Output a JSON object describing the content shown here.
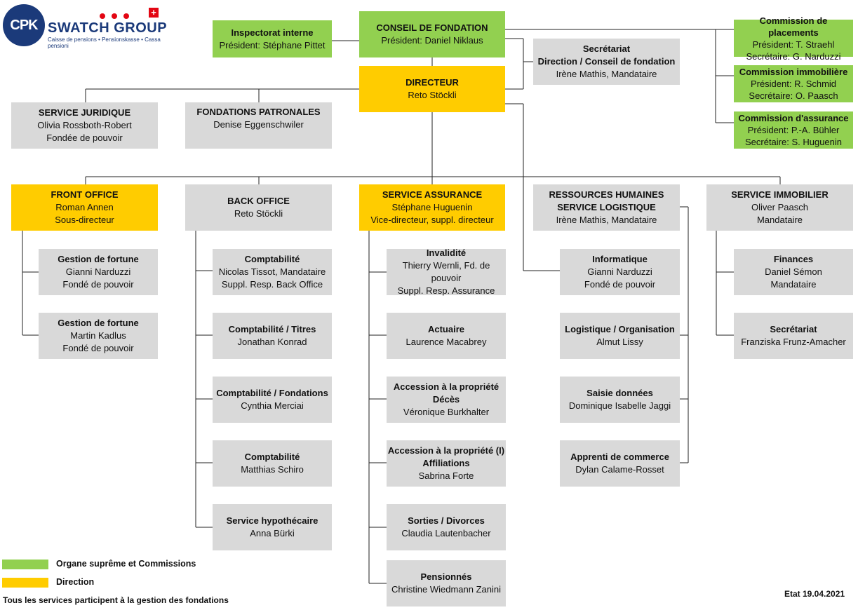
{
  "logo": {
    "cpk": "CPK",
    "name": "SWATCH GROUP",
    "subtitle": "Caisse de pensions • Pensionskasse • Cassa pensioni"
  },
  "boxes": {
    "conseil": {
      "title": "CONSEIL DE FONDATION",
      "lines": [
        "Président: Daniel Niklaus"
      ]
    },
    "inspectorat": {
      "title": "Inspectorat interne",
      "lines": [
        "Président: Stéphane Pittet"
      ]
    },
    "secretariat_dir": {
      "title": "Secrétariat",
      "lines": [
        "Direction / Conseil de fondation",
        "Irène Mathis, Mandataire"
      ]
    },
    "comm_placements": {
      "title": "Commission de placements",
      "lines": [
        "Président: T. Straehl",
        "Secrétaire: G. Narduzzi"
      ]
    },
    "comm_immobiliere": {
      "title": "Commission immobilière",
      "lines": [
        "Président: R. Schmid",
        "Secrétaire: O. Paasch"
      ]
    },
    "comm_assurance": {
      "title": "Commission d'assurance",
      "lines": [
        "Président: P.-A. Bühler",
        "Secrétaire: S. Huguenin"
      ]
    },
    "directeur": {
      "title": "DIRECTEUR",
      "lines": [
        "Reto Stöckli"
      ]
    },
    "service_juridique": {
      "title": "SERVICE JURIDIQUE",
      "lines": [
        "Olivia Rossboth-Robert",
        "Fondée de pouvoir"
      ]
    },
    "fondations_patronales": {
      "title": "FONDATIONS PATRONALES",
      "lines": [
        "Denise Eggenschwiler"
      ]
    },
    "front_office": {
      "title": "FRONT OFFICE",
      "lines": [
        "Roman Annen",
        "Sous-directeur"
      ]
    },
    "back_office": {
      "title": "BACK OFFICE",
      "lines": [
        "Reto Stöckli"
      ]
    },
    "service_assurance": {
      "title": "SERVICE ASSURANCE",
      "lines": [
        "Stéphane Huguenin",
        "Vice-directeur, suppl. directeur"
      ]
    },
    "rh": {
      "title": "RESSOURCES HUMAINES",
      "lines": [
        "SERVICE LOGISTIQUE",
        "Irène Mathis, Mandataire"
      ]
    },
    "immobilier": {
      "title": "SERVICE IMMOBILIER",
      "lines": [
        "Oliver Paasch",
        "Mandataire"
      ]
    },
    "gf1": {
      "title": "Gestion de fortune",
      "lines": [
        "Gianni Narduzzi",
        "Fondé de pouvoir"
      ]
    },
    "gf2": {
      "title": "Gestion de fortune",
      "lines": [
        "Martin Kadlus",
        "Fondé de pouvoir"
      ]
    },
    "compta1": {
      "title": "Comptabilité",
      "lines": [
        "Nicolas Tissot, Mandataire",
        "Suppl. Resp. Back Office"
      ]
    },
    "compta_titres": {
      "title": "Comptabilité / Titres",
      "lines": [
        "Jonathan Konrad"
      ]
    },
    "compta_fond": {
      "title": "Comptabilité / Fondations",
      "lines": [
        "Cynthia Merciai"
      ]
    },
    "compta2": {
      "title": "Comptabilité",
      "lines": [
        "Matthias Schiro"
      ]
    },
    "hypo": {
      "title": "Service hypothécaire",
      "lines": [
        "Anna Bürki"
      ]
    },
    "invalidite": {
      "title": "Invalidité",
      "lines": [
        "Thierry Wernli, Fd. de pouvoir",
        "Suppl. Resp. Assurance"
      ]
    },
    "actuaire": {
      "title": "Actuaire",
      "lines": [
        "Laurence Macabrey"
      ]
    },
    "accession1": {
      "title": "Accession à la propriété",
      "lines": [
        "Décès",
        "Véronique Burkhalter"
      ]
    },
    "accession2": {
      "title": "Accession à la propriété (I)",
      "lines": [
        "Affiliations",
        "Sabrina Forte"
      ]
    },
    "sorties": {
      "title": "Sorties / Divorces",
      "lines": [
        "Claudia Lautenbacher"
      ]
    },
    "pensionnes": {
      "title": "Pensionnés",
      "lines": [
        "Christine Wiedmann Zanini"
      ]
    },
    "informatique": {
      "title": "Informatique",
      "lines": [
        "Gianni Narduzzi",
        "Fondé de pouvoir"
      ]
    },
    "logistique": {
      "title": "Logistique / Organisation",
      "lines": [
        "Almut Lissy"
      ]
    },
    "saisie": {
      "title": "Saisie données",
      "lines": [
        "Dominique Isabelle Jaggi"
      ]
    },
    "apprenti": {
      "title": "Apprenti de commerce",
      "lines": [
        "Dylan Calame-Rosset"
      ]
    },
    "finances": {
      "title": "Finances",
      "lines": [
        "Daniel Sémon",
        "Mandataire"
      ]
    },
    "secretariat_immo": {
      "title": "Secrétariat",
      "lines": [
        "Franziska Frunz-Amacher"
      ]
    }
  },
  "legend": [
    {
      "label": "Organe suprême et Commissions",
      "color": "#92d050"
    },
    {
      "label": "Direction",
      "color": "#ffcc00"
    }
  ],
  "note": "Tous les services participent à la gestion des fondations",
  "date": "Etat 19.04.2021"
}
